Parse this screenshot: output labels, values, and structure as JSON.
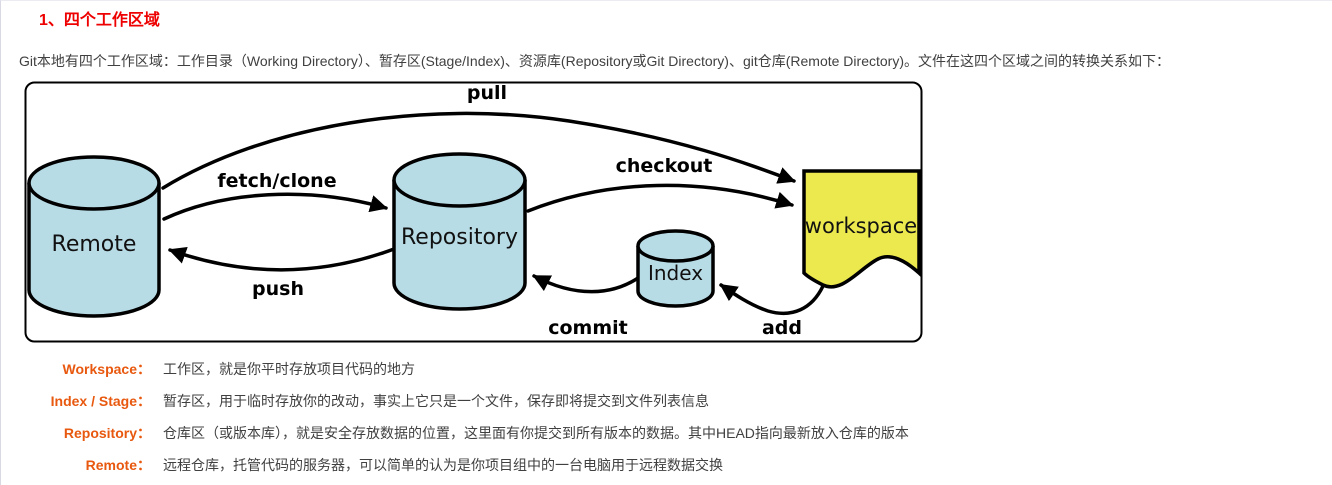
{
  "colors": {
    "heading": "#ee0000",
    "term": "#e8580e",
    "node_fill": "#b8dce6",
    "workspace_fill": "#ece94f",
    "stroke": "#000000"
  },
  "section": {
    "heading": "1、四个工作区域",
    "intro": "Git本地有四个工作区域：工作目录（Working Directory）、暂存区(Stage/Index)、资源库(Repository或Git Directory)、git仓库(Remote Directory)。文件在这四个区域之间的转换关系如下："
  },
  "diagram": {
    "nodes": [
      {
        "id": "remote",
        "shape": "cylinder",
        "label": "Remote"
      },
      {
        "id": "repository",
        "shape": "cylinder",
        "label": "Repository"
      },
      {
        "id": "index",
        "shape": "cylinder",
        "label": "Index"
      },
      {
        "id": "workspace",
        "shape": "document",
        "label": "workspace"
      }
    ],
    "edges": [
      {
        "label": "pull",
        "from": "remote",
        "to": "workspace"
      },
      {
        "label": "fetch/clone",
        "from": "remote",
        "to": "repository"
      },
      {
        "label": "checkout",
        "from": "repository",
        "to": "workspace"
      },
      {
        "label": "push",
        "from": "repository",
        "to": "remote"
      },
      {
        "label": "commit",
        "from": "index",
        "to": "repository"
      },
      {
        "label": "add",
        "from": "workspace",
        "to": "index"
      }
    ]
  },
  "definitions": [
    {
      "term": "Workspace：",
      "desc": "工作区，就是你平时存放项目代码的地方"
    },
    {
      "term": "Index / Stage：",
      "desc": "暂存区，用于临时存放你的改动，事实上它只是一个文件，保存即将提交到文件列表信息"
    },
    {
      "term": "Repository：",
      "desc": "仓库区（或版本库），就是安全存放数据的位置，这里面有你提交到所有版本的数据。其中HEAD指向最新放入仓库的版本"
    },
    {
      "term": "Remote：",
      "desc": "远程仓库，托管代码的服务器，可以简单的认为是你项目组中的一台电脑用于远程数据交换"
    }
  ]
}
